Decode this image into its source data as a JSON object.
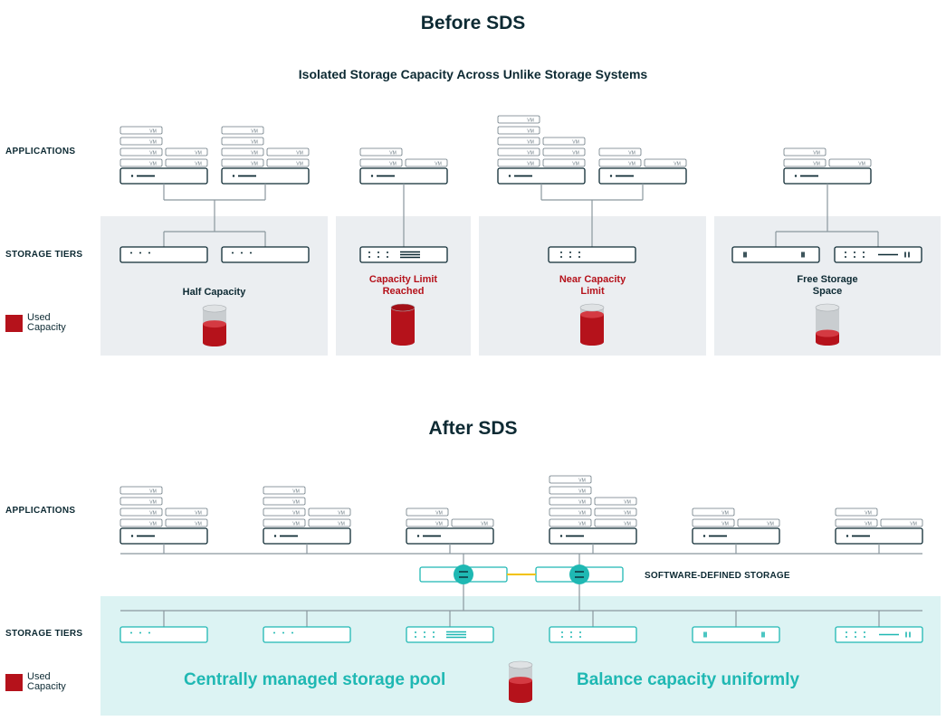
{
  "before": {
    "title": "Before SDS",
    "subtitle": "Isolated Storage Capacity Across Unlike Storage Systems",
    "row_applications": "APPLICATIONS",
    "row_storage": "STORAGE TIERS",
    "legend_line1": "Used",
    "legend_line2": "Capacity",
    "panels": [
      {
        "label1": "Half Capacity",
        "label2": "",
        "fill": 0.55,
        "color": "#0d2a33"
      },
      {
        "label1": "Capacity Limit",
        "label2": "Reached",
        "fill": 1.0,
        "color": "#b5121b"
      },
      {
        "label1": "Near Capacity",
        "label2": "Limit",
        "fill": 0.8,
        "color": "#b5121b"
      },
      {
        "label1": "Free Storage",
        "label2": "Space",
        "fill": 0.25,
        "color": "#0d2a33"
      }
    ]
  },
  "after": {
    "title": "After SDS",
    "row_applications": "APPLICATIONS",
    "row_storage": "STORAGE TIERS",
    "legend_line1": "Used",
    "legend_line2": "Capacity",
    "sds_label": "SOFTWARE-DEFINED STORAGE",
    "pool_label": "Centrally managed storage pool",
    "balance_label": "Balance capacity uniformly",
    "fill": 0.55
  },
  "vm_label": "VM",
  "colors": {
    "navy": "#0d2a33",
    "red": "#b5121b",
    "teal": "#1fb8b3",
    "panel_gray": "#ebeef1",
    "pool_bg": "#dcf3f3",
    "connector_yellow": "#f2c200"
  }
}
